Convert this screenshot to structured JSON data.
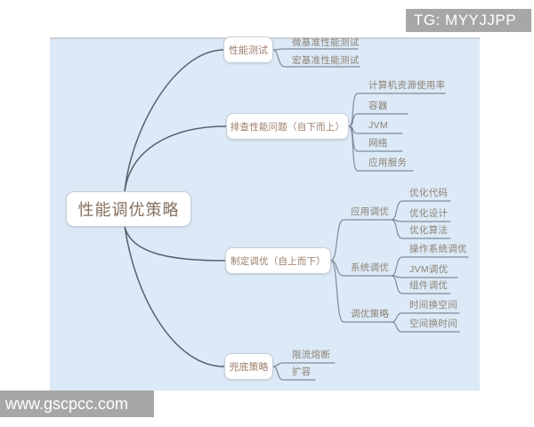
{
  "watermarks": {
    "top_right": "TG: MYYJJPP",
    "bottom_left": "www.gscpcc.com"
  },
  "mindmap": {
    "root": {
      "label": "性能调优策略"
    },
    "branches": [
      {
        "label": "性能测试",
        "children": [
          {
            "label": "微基准性能测试"
          },
          {
            "label": "宏基准性能测试"
          }
        ]
      },
      {
        "label": "排查性能问题（自下而上）",
        "children": [
          {
            "label": "计算机资源使用率"
          },
          {
            "label": "容器"
          },
          {
            "label": "JVM"
          },
          {
            "label": "网络"
          },
          {
            "label": "应用服务"
          }
        ]
      },
      {
        "label": "制定调优（自上而下）",
        "children": [
          {
            "label": "应用调优",
            "children": [
              {
                "label": "优化代码"
              },
              {
                "label": "优化设计"
              },
              {
                "label": "优化算法"
              }
            ]
          },
          {
            "label": "系统调优",
            "children": [
              {
                "label": "操作系统调优"
              },
              {
                "label": "JVM调优"
              },
              {
                "label": "组件调优"
              }
            ]
          },
          {
            "label": "调优策略",
            "children": [
              {
                "label": "时间换空间"
              },
              {
                "label": "空间换时间"
              }
            ]
          }
        ]
      },
      {
        "label": "兜底策略",
        "children": [
          {
            "label": "限流熔断"
          },
          {
            "label": "扩容"
          }
        ]
      }
    ]
  },
  "colors": {
    "canvas_background": "#dce9f6",
    "main_line": "#57616e",
    "sub_line": "#7e8b99",
    "node_border": "#c7ced6",
    "node_text": "#9b7e6c",
    "root_text": "#84705f",
    "leaf_text": "#8b8275",
    "watermark_background": "#a7a7a7",
    "watermark_text": "#ffffff"
  }
}
